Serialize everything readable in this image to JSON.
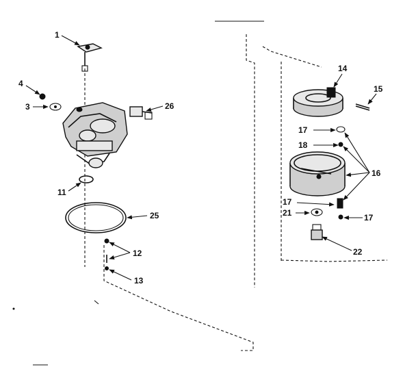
{
  "callouts": {
    "c1": "1",
    "c3": "3",
    "c4": "4",
    "c11": "11",
    "c12": "12",
    "c13": "13",
    "c14": "14",
    "c15": "15",
    "c16": "16",
    "c17a": "17",
    "c17b": "17",
    "c17c": "17",
    "c18": "18",
    "c21": "21",
    "c22": "22",
    "c25": "25",
    "c26": "26"
  }
}
